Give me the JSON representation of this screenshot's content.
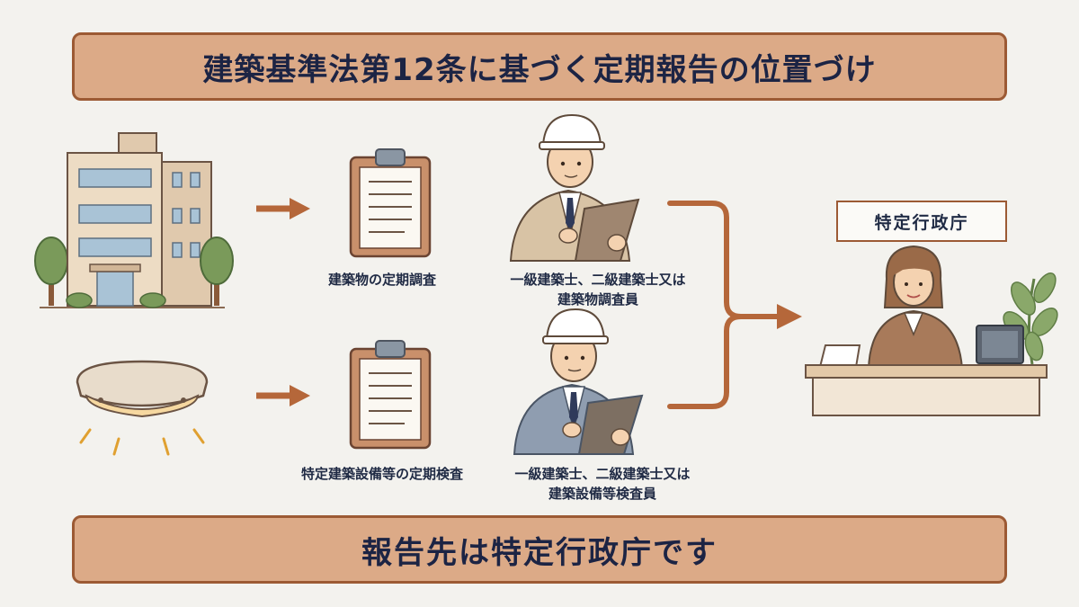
{
  "title": "建築基準法第12条に基づく定期報告の位置づけ",
  "rows": [
    {
      "subject_icon": "building-icon",
      "report_label": "建築物の定期調査",
      "inspector_line1": "一級建築士、二級建築士又は",
      "inspector_line2": "建築物調査員"
    },
    {
      "subject_icon": "ceiling-light-icon",
      "report_label": "特定建築設備等の定期検査",
      "inspector_line1": "一級建築士、二級建築士又は",
      "inspector_line2": "建築設備等検査員"
    }
  ],
  "government": {
    "label": "特定行政庁"
  },
  "footer": "報告先は特定行政庁です",
  "colors": {
    "banner_fill": "#dcaa87",
    "banner_border": "#9c5a34",
    "arrow": "#b5673a",
    "text": "#1f2a44"
  }
}
